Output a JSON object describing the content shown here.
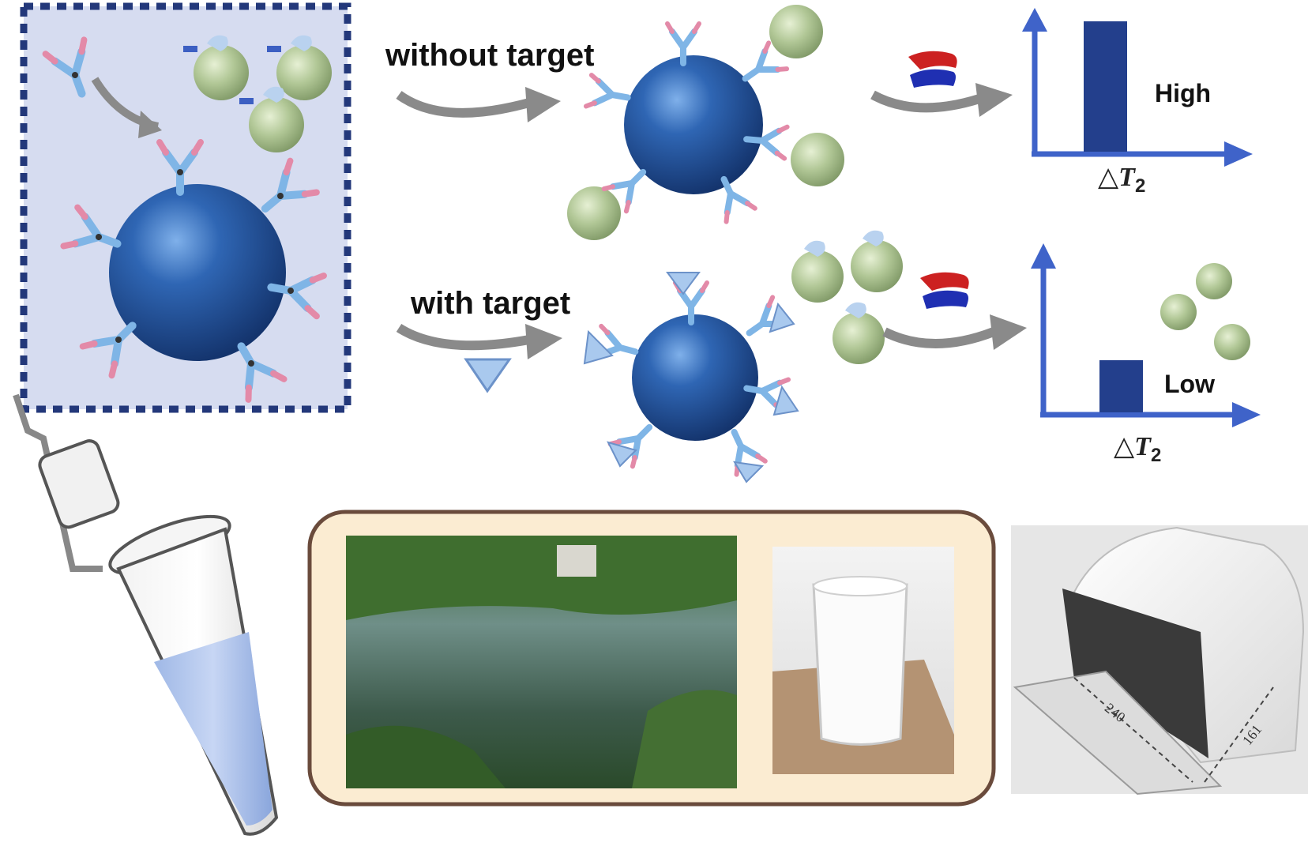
{
  "labels": {
    "without_target": "without target",
    "with_target": "with target",
    "high": "High",
    "low": "Low",
    "delta_symbol": "△",
    "t_symbol": "T",
    "t_subscript": "2"
  },
  "instrument": {
    "dim_length": "240",
    "dim_width": "161"
  },
  "colors": {
    "panel_bg": "#d6dcf0",
    "panel_border": "#23387a",
    "sphere": "#1f4f95",
    "green_bead": "#a9c08d",
    "axis": "#3f63c9",
    "bar": "#233f8c",
    "arrow": "#8a8a8a",
    "sample_frame_bg": "#fbecd2",
    "sample_frame_border": "#6a4b3c"
  },
  "chart_data": [
    {
      "type": "bar",
      "categories": [
        "without target"
      ],
      "values": [
        1.0
      ],
      "xlabel": "△T2",
      "annotation": "High"
    },
    {
      "type": "bar",
      "categories": [
        "with target"
      ],
      "values": [
        0.4
      ],
      "xlabel": "△T2",
      "annotation": "Low"
    }
  ]
}
